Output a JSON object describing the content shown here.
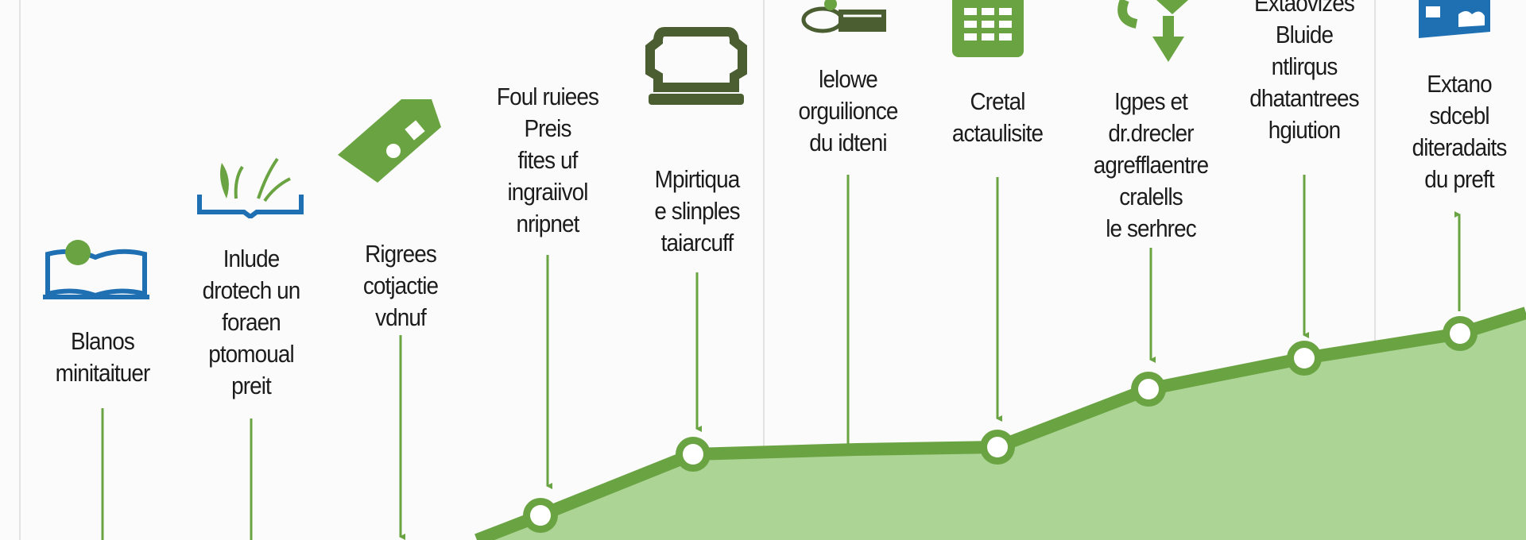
{
  "colors": {
    "line": "#6aa342",
    "fill": "#acd495",
    "icon_green": "#6aa342",
    "icon_dark": "#4a5e32",
    "icon_blue": "#1f6fb3",
    "text": "#1c1c1c"
  },
  "items": [
    {
      "lines": [
        "Blanos",
        "minitaituer"
      ],
      "icon": "book-with-dot-icon",
      "connector": "line"
    },
    {
      "lines": [
        "Inlude",
        "drotech un",
        "foraen",
        "ptomoual",
        "preit"
      ],
      "icon": "book-with-leaves-icon",
      "connector": "line"
    },
    {
      "lines": [
        "Rigrees",
        "cotjactie",
        "vdnuf"
      ],
      "icon": "tag-icon",
      "connector": "arrow-down"
    },
    {
      "lines": [
        "Foul ruiees",
        "Preis",
        "fites uf",
        "ingraiivol",
        "nripnet"
      ],
      "icon": "",
      "connector": "arrow-down"
    },
    {
      "lines": [
        "Mpirtiqua",
        "e slinples",
        "taiarcuff"
      ],
      "icon": "armchair-icon",
      "connector": "arrow-down"
    },
    {
      "lines": [
        "lelowe",
        "orguilionce",
        "du idteni"
      ],
      "icon": "lightbulb-hand-icon",
      "connector": "line"
    },
    {
      "lines": [
        "Cretal",
        "actaulisite"
      ],
      "icon": "calculator-icon",
      "connector": "arrow-down"
    },
    {
      "lines": [
        "Igpes et",
        "dr.drecler",
        "agrefflaentre",
        "cralells",
        "le serhrec"
      ],
      "icon": "recycle-arrow-icon",
      "connector": "arrow-down"
    },
    {
      "lines": [
        "Extaovizes",
        "Bluide",
        "ntlirqus",
        "dhatantrees",
        "hgiution"
      ],
      "icon": "",
      "connector": "arrow-down"
    },
    {
      "lines": [
        "Extano",
        "sdcebl",
        "diteradaits",
        "du preft"
      ],
      "icon": "blue-document-icon",
      "connector": "arrow-up"
    }
  ]
}
